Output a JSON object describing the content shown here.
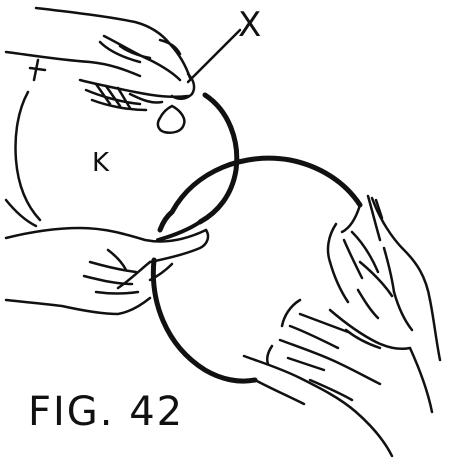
{
  "labels": {
    "x": "X",
    "k": "K"
  },
  "caption": "FIG. 42",
  "colors": {
    "ink": "#111111",
    "paper": "#ffffff"
  }
}
